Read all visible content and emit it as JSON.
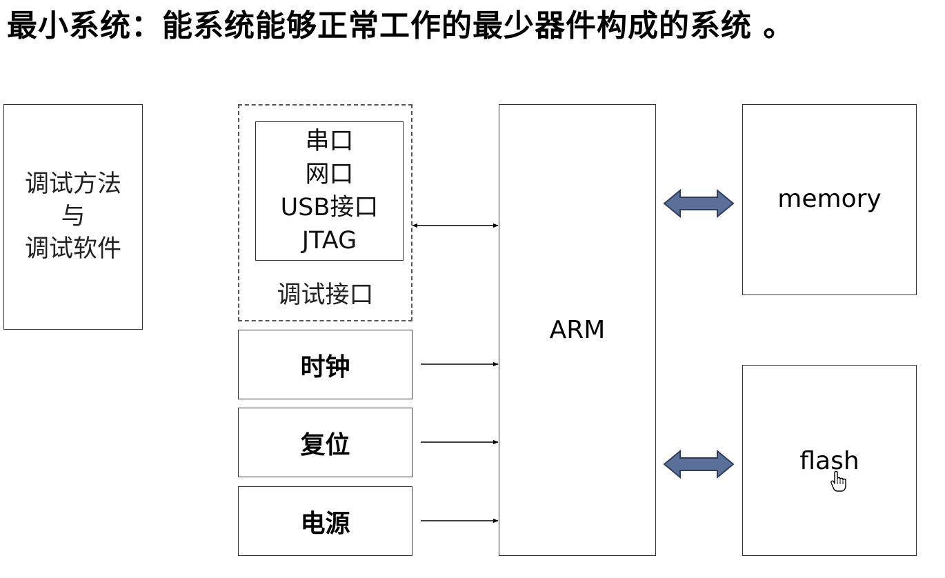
{
  "title": "最小系统：能系统能够正常工作的最少器件构成的系统 。",
  "debug_box": {
    "lines": [
      "调试方法",
      "与",
      "调试软件"
    ]
  },
  "debug_interface": {
    "ports": [
      "串口",
      "网口",
      "USB接口",
      "JTAG"
    ],
    "label": "调试接口"
  },
  "clock": {
    "label": "时钟"
  },
  "reset": {
    "label": "复位"
  },
  "power": {
    "label": "电源"
  },
  "arm": {
    "label": "ARM"
  },
  "memory": {
    "label": "memory"
  },
  "flash": {
    "label": "flash"
  },
  "colors": {
    "bus_arrow_fill": "#5B7099",
    "bus_arrow_stroke": "#2E3D5C",
    "line": "#000000"
  },
  "icons": {
    "cursor": "hand-cursor-icon"
  }
}
